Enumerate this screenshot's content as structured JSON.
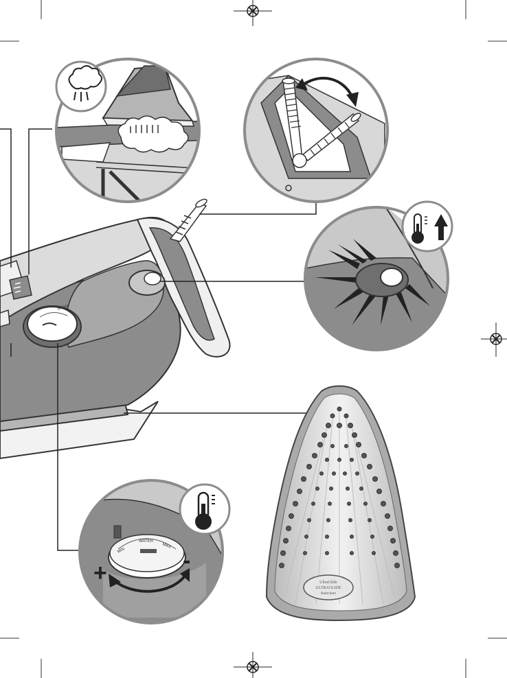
{
  "dial": {
    "label_low": "MIN",
    "label_mid": "WATER",
    "label_high": "MAX",
    "plus_symbol": "+",
    "minus_symbol": "-"
  },
  "soleplate": {
    "brand_line1": "UltraGlide",
    "brand_line2": "ULTRAGLIDE",
    "brand_line3": "Autoclean"
  },
  "colors": {
    "iron_grey": "#8c8c8c",
    "iron_light": "#c9c9c9",
    "outline": "#333333",
    "sole_metal": "#dedede"
  },
  "icons": {
    "steam_callout": "steam-icon",
    "temp_up_callout": "thermometer-up-icon",
    "temp_callout": "thermometer-icon"
  }
}
